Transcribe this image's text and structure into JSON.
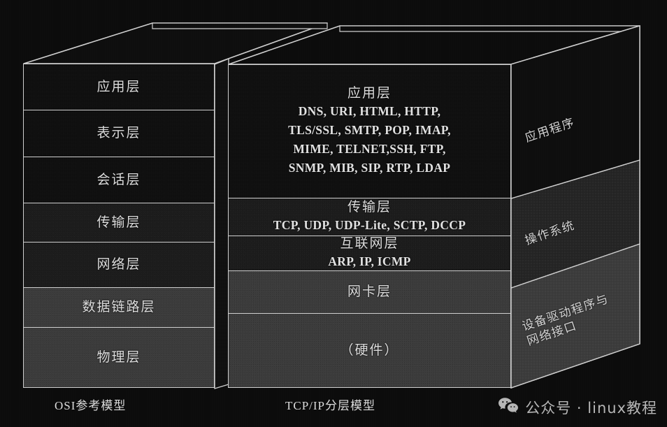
{
  "diagram": {
    "title_osi": "OSI参考模型",
    "title_tcpip": "TCP/IP分层模型",
    "osi_layers": [
      {
        "label": "应用层",
        "tier": "dark"
      },
      {
        "label": "表示层",
        "tier": "dark"
      },
      {
        "label": "会话层",
        "tier": "dark"
      },
      {
        "label": "传输层",
        "tier": "mid"
      },
      {
        "label": "网络层",
        "tier": "mid"
      },
      {
        "label": "数据链路层",
        "tier": "light"
      },
      {
        "label": "物理层",
        "tier": "light"
      }
    ],
    "tcpip_layers": [
      {
        "label": "应用层",
        "tier": "dark",
        "protocols": [
          "DNS, URI, HTML, HTTP,",
          "TLS/SSL, SMTP, POP, IMAP,",
          "MIME, TELNET,SSH, FTP,",
          "SNMP, MIB, SIP, RTP, LDAP"
        ]
      },
      {
        "label": "传输层",
        "tier": "mid",
        "protocols": [
          "TCP, UDP, UDP-Lite, SCTP, DCCP"
        ]
      },
      {
        "label": "互联网层",
        "tier": "mid",
        "protocols": [
          "ARP, IP, ICMP"
        ]
      },
      {
        "label": "网卡层",
        "tier": "light",
        "protocols": []
      },
      {
        "label": "（硬件）",
        "tier": "light",
        "protocols": []
      }
    ],
    "side_labels": [
      {
        "label": "应用程序"
      },
      {
        "label": "操作系统"
      },
      {
        "label": "设备驱动程序与",
        "label2": "网络接口"
      }
    ]
  },
  "watermark": {
    "icon": "wechat-icon",
    "text": "公众号 · linux教程"
  },
  "colors": {
    "background": "#0b0b0b",
    "stroke": "#cfcfcf",
    "text": "#dcdcdc",
    "tier_dark": "#0f0f0f",
    "tier_mid": "#1b1b1b",
    "tier_light": "#3b3b3b",
    "watermark_text": "#b6b6b6"
  }
}
